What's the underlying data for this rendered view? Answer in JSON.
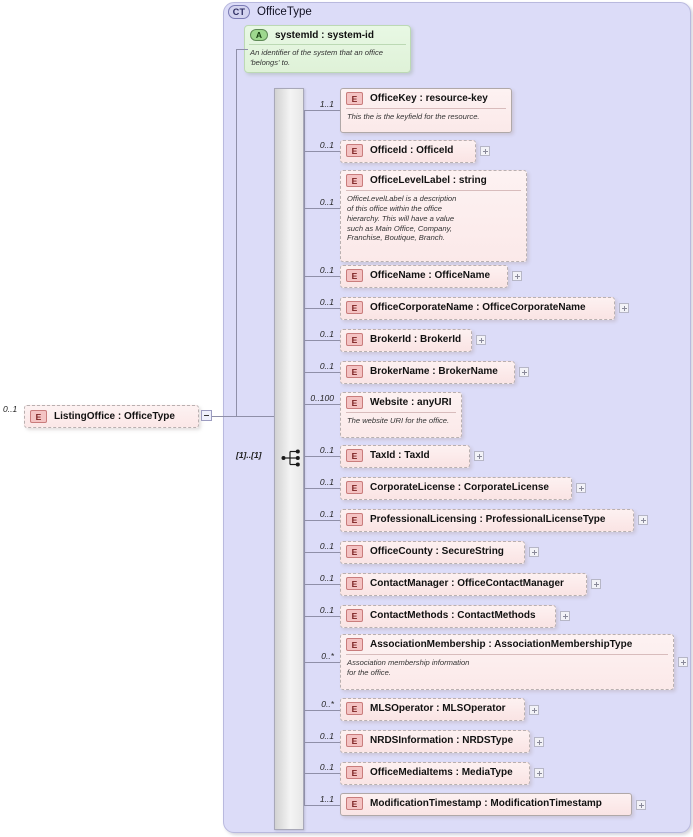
{
  "complex_type": {
    "badge": "CT",
    "name": "OfficeType"
  },
  "attribute": {
    "badge": "A",
    "name": "systemId : system-id",
    "doc": "An identifier of the system that an office 'belongs' to."
  },
  "root_element": {
    "badge": "E",
    "name": "ListingOffice : OfficeType",
    "cardinality": "0..1",
    "collapse_icon": "minus-box"
  },
  "sequence": {
    "icon": "sequence-compositor-icon",
    "cardinality": "[1]..[1]"
  },
  "elements": [
    {
      "badge": "E",
      "name": "OfficeKey : resource-key",
      "cardinality": "1..1",
      "required": true,
      "doc": "This the is the keyfield for the resource.",
      "expandable": false
    },
    {
      "badge": "E",
      "name": "OfficeId   : OfficeId",
      "cardinality": "0..1",
      "required": false,
      "doc": "",
      "expandable": true
    },
    {
      "badge": "E",
      "name": "OfficeLevelLabel : string",
      "cardinality": "0..1",
      "required": false,
      "doc": "OfficeLevelLabel is a description\nof this office within the office\nhierarchy. This will have a value\nsuch as Main Office, Company,\nFranchise, Boutique, Branch.",
      "expandable": false
    },
    {
      "badge": "E",
      "name": "OfficeName : OfficeName",
      "cardinality": "0..1",
      "required": false,
      "doc": "",
      "expandable": true
    },
    {
      "badge": "E",
      "name": "OfficeCorporateName : OfficeCorporateName",
      "cardinality": "0..1",
      "required": false,
      "doc": "",
      "expandable": true
    },
    {
      "badge": "E",
      "name": "BrokerId : BrokerId",
      "cardinality": "0..1",
      "required": false,
      "doc": "",
      "expandable": true
    },
    {
      "badge": "E",
      "name": "BrokerName : BrokerName",
      "cardinality": "0..1",
      "required": false,
      "doc": "",
      "expandable": true
    },
    {
      "badge": "E",
      "name": "Website   : anyURI",
      "cardinality": "0..100",
      "required": false,
      "doc": "The website URI for the office.",
      "expandable": false
    },
    {
      "badge": "E",
      "name": "TaxId      : TaxId",
      "cardinality": "0..1",
      "required": false,
      "doc": "",
      "expandable": true
    },
    {
      "badge": "E",
      "name": "CorporateLicense : CorporateLicense",
      "cardinality": "0..1",
      "required": false,
      "doc": "",
      "expandable": true
    },
    {
      "badge": "E",
      "name": "ProfessionalLicensing : ProfessionalLicenseType",
      "cardinality": "0..1",
      "required": false,
      "doc": "",
      "expandable": true
    },
    {
      "badge": "E",
      "name": "OfficeCounty : SecureString",
      "cardinality": "0..1",
      "required": false,
      "doc": "",
      "expandable": true
    },
    {
      "badge": "E",
      "name": "ContactManager : OfficeContactManager",
      "cardinality": "0..1",
      "required": false,
      "doc": "",
      "expandable": true
    },
    {
      "badge": "E",
      "name": "ContactMethods : ContactMethods",
      "cardinality": "0..1",
      "required": false,
      "doc": "",
      "expandable": true
    },
    {
      "badge": "E",
      "name": "AssociationMembership : AssociationMembershipType",
      "cardinality": "0..*",
      "required": false,
      "doc": "Association membership information\nfor the office.",
      "expandable": true
    },
    {
      "badge": "E",
      "name": "MLSOperator : MLSOperator",
      "cardinality": "0..*",
      "required": false,
      "doc": "",
      "expandable": true
    },
    {
      "badge": "E",
      "name": "NRDSInformation : NRDSType",
      "cardinality": "0..1",
      "required": false,
      "doc": "",
      "expandable": true
    },
    {
      "badge": "E",
      "name": "OfficeMediaItems : MediaType",
      "cardinality": "0..1",
      "required": false,
      "doc": "",
      "expandable": true
    },
    {
      "badge": "E",
      "name": "ModificationTimestamp : ModificationTimestamp",
      "cardinality": "1..1",
      "required": true,
      "doc": "",
      "expandable": true
    }
  ]
}
